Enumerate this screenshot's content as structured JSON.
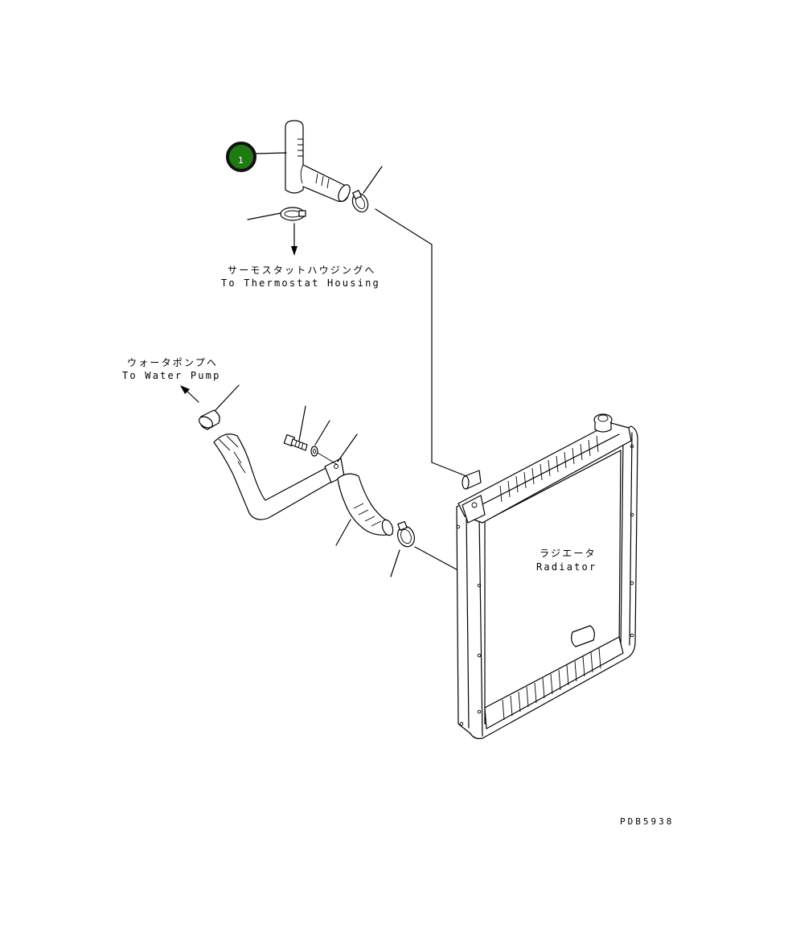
{
  "callout": {
    "number": "1",
    "fill_color": "#1e7a12",
    "ring_color": "#111111"
  },
  "labels": {
    "thermostat_jp": "サーモスタットハウジングへ",
    "thermostat_en": "To Thermostat Housing",
    "water_pump_jp": "ウォータポンプへ",
    "water_pump_en": "To Water Pump",
    "radiator_jp": "ラジエータ",
    "radiator_en": "Radiator"
  },
  "drawing_code": "PDB5938"
}
